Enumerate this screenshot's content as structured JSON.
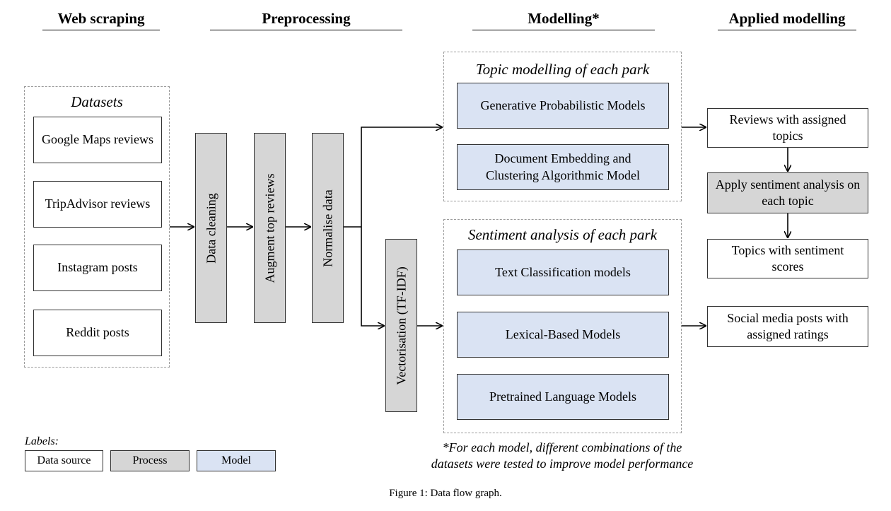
{
  "headers": {
    "web_scraping": "Web scraping",
    "preprocessing": "Preprocessing",
    "modelling": "Modelling*",
    "applied_modelling": "Applied modelling"
  },
  "datasets": {
    "title": "Datasets",
    "items": [
      "Google Maps reviews",
      "TripAdvisor reviews",
      "Instagram posts",
      "Reddit posts"
    ]
  },
  "preprocessing": {
    "steps": [
      "Data cleaning",
      "Augment top reviews",
      "Normalise data"
    ],
    "vectorisation": "Vectorisation (TF-IDF)"
  },
  "topic_modelling": {
    "title": "Topic modelling of each park",
    "models": [
      "Generative Probabilistic Models",
      "Document Embedding and Clustering Algorithmic Model"
    ]
  },
  "sentiment_analysis": {
    "title": "Sentiment analysis of each park",
    "models": [
      "Text Classification models",
      "Lexical-Based Models",
      "Pretrained Language Models"
    ]
  },
  "applied": {
    "reviews_topics": "Reviews with assigned topics",
    "apply_sentiment": "Apply sentiment analysis on each topic",
    "topics_sentiment": "Topics with sentiment scores",
    "social_media": "Social media posts with assigned ratings"
  },
  "legend": {
    "title": "Labels:",
    "data_source": "Data source",
    "process": "Process",
    "model": "Model"
  },
  "footnote": {
    "line1": "*For each model, different combinations of the",
    "line2": "datasets were tested to improve model performance"
  },
  "caption": "Figure 1: Data flow graph.",
  "colors": {
    "process_fill": "#d6d6d6",
    "model_fill": "#dae3f3",
    "source_fill": "#ffffff",
    "dashed_border": "#9a9a9a"
  }
}
